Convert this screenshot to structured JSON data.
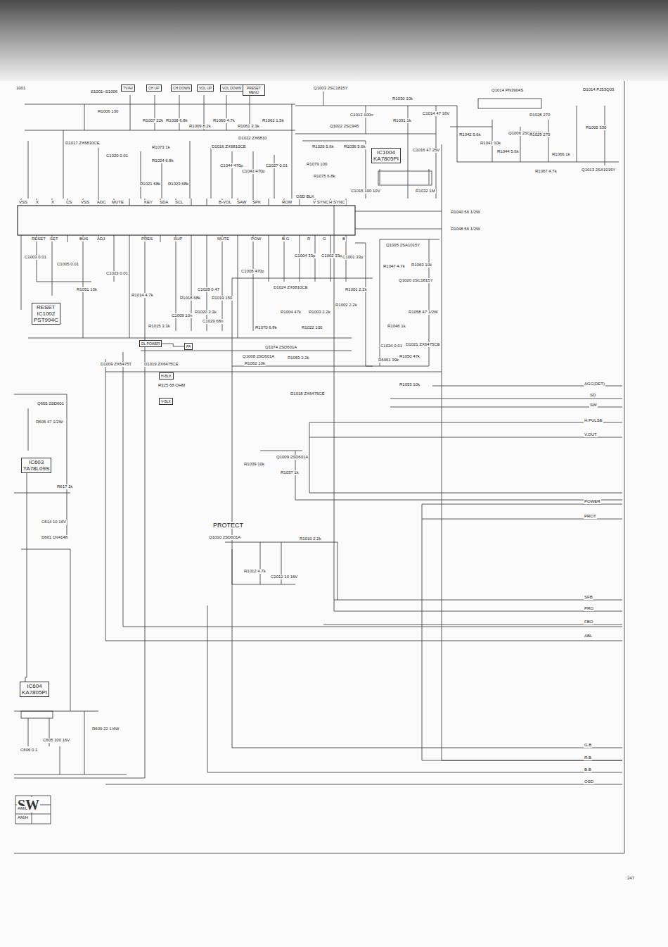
{
  "diagram": {
    "nodes": [
      {
        "text": [
          "TV/AV"
        ]
      },
      {
        "text": [
          "CH UP"
        ]
      },
      {
        "text": [
          "CH DOWN"
        ]
      },
      {
        "text": [
          "VOL UP"
        ]
      },
      {
        "text": [
          "VOL DOWN"
        ]
      },
      {
        "text": [
          "PRESET MENU"
        ]
      },
      {
        "text": [
          "IC1004",
          "KA7805PI"
        ]
      },
      {
        "text": [
          "RESET",
          "IC1002",
          "PST994C"
        ]
      },
      {
        "text": [
          "IC603",
          "TA78L09S"
        ]
      },
      {
        "text": [
          "IC604",
          "KA7805PI"
        ]
      },
      {
        "text": [
          "DL POWER"
        ]
      },
      {
        "text": [
          "PA"
        ]
      },
      {
        "text": [
          "H-BLK"
        ]
      },
      {
        "text": [
          "V-BLK"
        ]
      }
    ],
    "edges": [
      {
        "from": 8,
        "to": 9,
        "arrow": "none"
      },
      {
        "from": 10,
        "to": 11,
        "arrow": "none"
      }
    ],
    "labels": [
      "S1001~S1006",
      "R1006 130",
      "R1007 22k",
      "R1008 6.8k",
      "R1009 8.2k",
      "R1060 4.7k",
      "R1061 3.3k",
      "R1062 1.5k",
      "D1017 ZX6810CE",
      "C1020 0.01",
      "R1073 1k",
      "R1024 6.8k",
      "D1016 ZX6810CE",
      "D1022 ZX6810",
      "C1044 470p",
      "C1043 470p",
      "C1027 0.01",
      "R1023 68k",
      "R1021 68k",
      "Q1003 2SC1815Y",
      "R1030 10k",
      "C1013 100n",
      "R1031 1k",
      "C1014 47 16V",
      "Q1002 2SC945",
      "R1026 5.6k",
      "R1036 5.6k",
      "R1079 100",
      "R1075 6.8k",
      "C1016 47 25V",
      "R1032 1M",
      "C1015 100 10V",
      "R1040 56 1/2W",
      "R1048 56 1/2W",
      "Q1014 PN3904S",
      "R1042 5.6k",
      "R1041 10k",
      "Q1006 2SC1815Y",
      "R1029 270",
      "R1028 270",
      "R1044 5.6k",
      "R1066 1k",
      "R1067 4.7k",
      "Q1013 2SA1015Y",
      "D1014 PJ53Q03",
      "R1065 330",
      "VSS",
      "X",
      "X",
      "CS",
      "VSS",
      "ADC",
      "MUTE",
      "KEY",
      "SDA",
      "SCL",
      "B-VOL",
      "SAW",
      "SPK",
      "ROM",
      "OSD BLK",
      "V SYNC",
      "H SYNC",
      "RESET",
      "SET",
      "BUS",
      "ADJ",
      "PRES",
      "SUP",
      "MUTE",
      "POW",
      "B.G",
      "R",
      "G",
      "B",
      "C1003 0.01",
      "C1005 0.01",
      "C1023 0.01",
      "R1051 10k",
      "R1014 4.7k",
      "R1015 3.3k",
      "C1009 10n",
      "R1018 68k",
      "C1028 0.47",
      "C1029 68n",
      "R1019 150",
      "R1020 3.3k",
      "C1008 470p",
      "R1070 6.8k",
      "R1022 100",
      "C1004 33p",
      "C1002 33p",
      "C1001 33p",
      "R1001 2.2k",
      "R1002 2.2k",
      "R1003 2.2k",
      "R1004 47k",
      "D1024 ZX6810CE",
      "Q1005 2SA1015Y",
      "R1047 4.7k",
      "R1063 10k",
      "Q1020 2SC1815Y",
      "R1058 47 1/2W",
      "R1046 1k",
      "C1024 0.01",
      "D1021 ZX6475CE",
      "R1050 47k",
      "R6061 39k",
      "R1053 10k",
      "D1009 ZX6475T",
      "D1019 ZX6475CE",
      "R325 68 OHM",
      "D1018 ZX6475CE",
      "Q1008 2SD601A",
      "Q1074 2SD601A",
      "R1059 2.2k",
      "R1062 10k",
      "Q605 2SD601",
      "R606 47 1/2W",
      "R617 1k",
      "C614 10 16V",
      "D601 1N4148",
      "Q1009 2SD601A",
      "R1039 10k",
      "R1037 1k",
      "PROTECT",
      "Q1010 2SD601A",
      "R1010 2.2k",
      "R1012 4.7k",
      "C1012 10 16V",
      "R609 22 1/4W",
      "C606 0.1",
      "C605 100 16V",
      "AGC(DET)",
      "SD",
      "SW",
      "H.PULSE",
      "V.OUT",
      "POWER",
      "PROT",
      "SFB",
      "PRO",
      "FBO",
      "ABL",
      "G.B",
      "R.B",
      "B.B",
      "OSD",
      "247",
      "SW",
      "AM/L",
      "AM/H",
      "1001"
    ]
  }
}
